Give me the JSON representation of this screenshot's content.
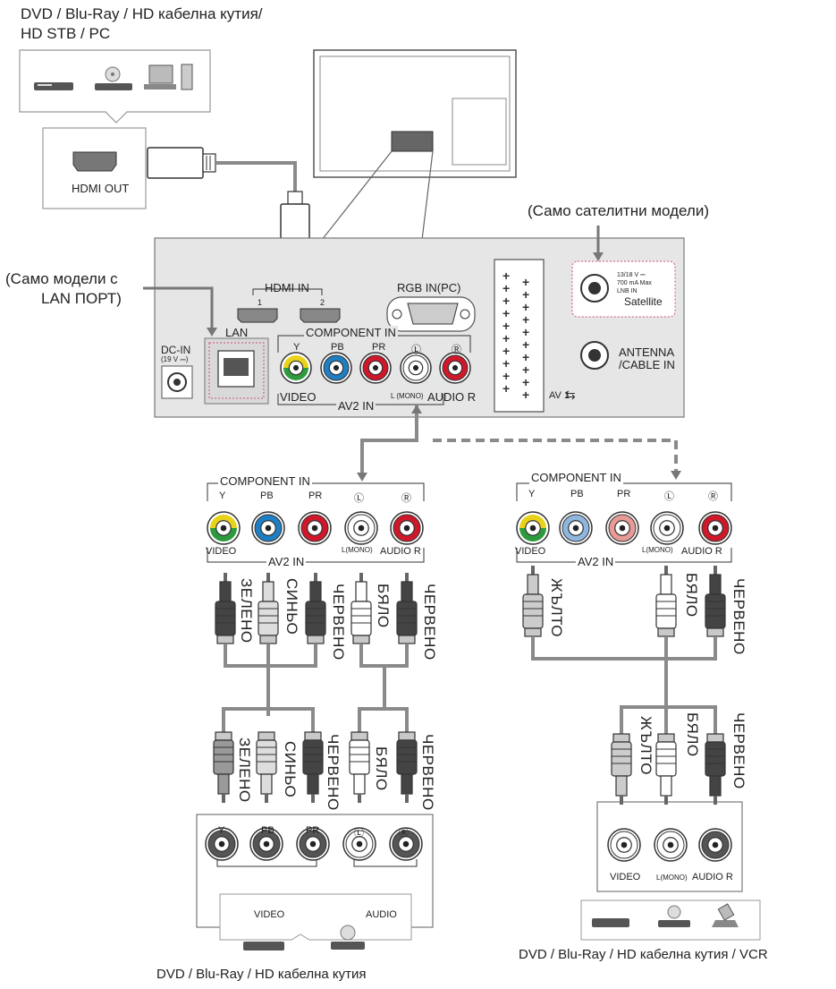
{
  "top_source": {
    "caption_line1": "DVD / Blu-Ray / HD кабелна кутия/",
    "caption_line2": "HD STB / PC",
    "hdmi_out_label": "HDMI OUT"
  },
  "notes": {
    "satellite_only": "(Само сателитни модели)",
    "lan_only_line1": "(Само модели с",
    "lan_only_line2": "LAN ПОРТ)"
  },
  "tv_panel": {
    "hdmi_in": "HDMI IN",
    "hdmi_1": "1",
    "hdmi_2": "2",
    "rgb_in": "RGB IN(PC)",
    "lan": "LAN",
    "dc_in": "DC-IN",
    "dc_in_spec": "(19 V ⎓)",
    "component_in": "COMPONENT IN",
    "y": "Y",
    "pb": "PB",
    "pr": "PR",
    "l": "Ⓛ",
    "r": "Ⓡ",
    "video": "VIDEO",
    "mono": "L (MONO)",
    "audio": "AUDIO R",
    "av2_in": "AV2 IN",
    "av1": "AV 1",
    "antenna": "ANTENNA",
    "cable_in": "/CABLE IN",
    "sat_spec1": "13/18 V ⎓",
    "sat_spec2": "700 mA Max",
    "sat_spec3": "LNB IN",
    "satellite": "Satellite"
  },
  "left_block": {
    "component_in": "COMPONENT IN",
    "y": "Y",
    "pb": "PB",
    "pr": "PR",
    "l": "Ⓛ",
    "r": "Ⓡ",
    "video": "VIDEO",
    "mono": "L(MONO)",
    "audio": "AUDIO R",
    "av2_in": "AV2 IN",
    "plug_green": "ЗЕЛЕНО",
    "plug_blue": "СИНЬО",
    "plug_red": "ЧЕРВЕНО",
    "plug_white": "БЯЛО",
    "plug_red2": "ЧЕРВЕНО",
    "dev_y": "Y",
    "dev_pb": "PB",
    "dev_pr": "PR",
    "dev_l": "Ⓛ",
    "dev_r": "Ⓡ",
    "dev_video": "VIDEO",
    "dev_audio": "AUDIO",
    "caption": "DVD / Blu-Ray / HD кабелна кутия"
  },
  "right_block": {
    "component_in": "COMPONENT IN",
    "y": "Y",
    "pb": "PB",
    "pr": "PR",
    "l": "Ⓛ",
    "r": "Ⓡ",
    "video": "VIDEO",
    "mono": "L(MONO)",
    "audio": "AUDIO R",
    "av2_in": "AV2 IN",
    "plug_yellow": "ЖЪЛТО",
    "plug_white": "БЯЛО",
    "plug_red": "ЧЕРВЕНО",
    "dev_video": "VIDEO",
    "dev_mono": "L(MONO)",
    "dev_audio": "AUDIO R",
    "caption": "DVD / Blu-Ray / HD кабелна кутия / VCR"
  },
  "colors": {
    "cable": "#8a8a8a",
    "panel": "#e6e6e6",
    "jack_yellow": "#e8d21a",
    "jack_green": "#2e9a3e",
    "jack_blue": "#1f7fc4",
    "jack_red": "#d0182a",
    "jack_blue_faded": "#8fb6de",
    "jack_red_faded": "#e89a96",
    "dashed_pink": "#d0507a"
  }
}
